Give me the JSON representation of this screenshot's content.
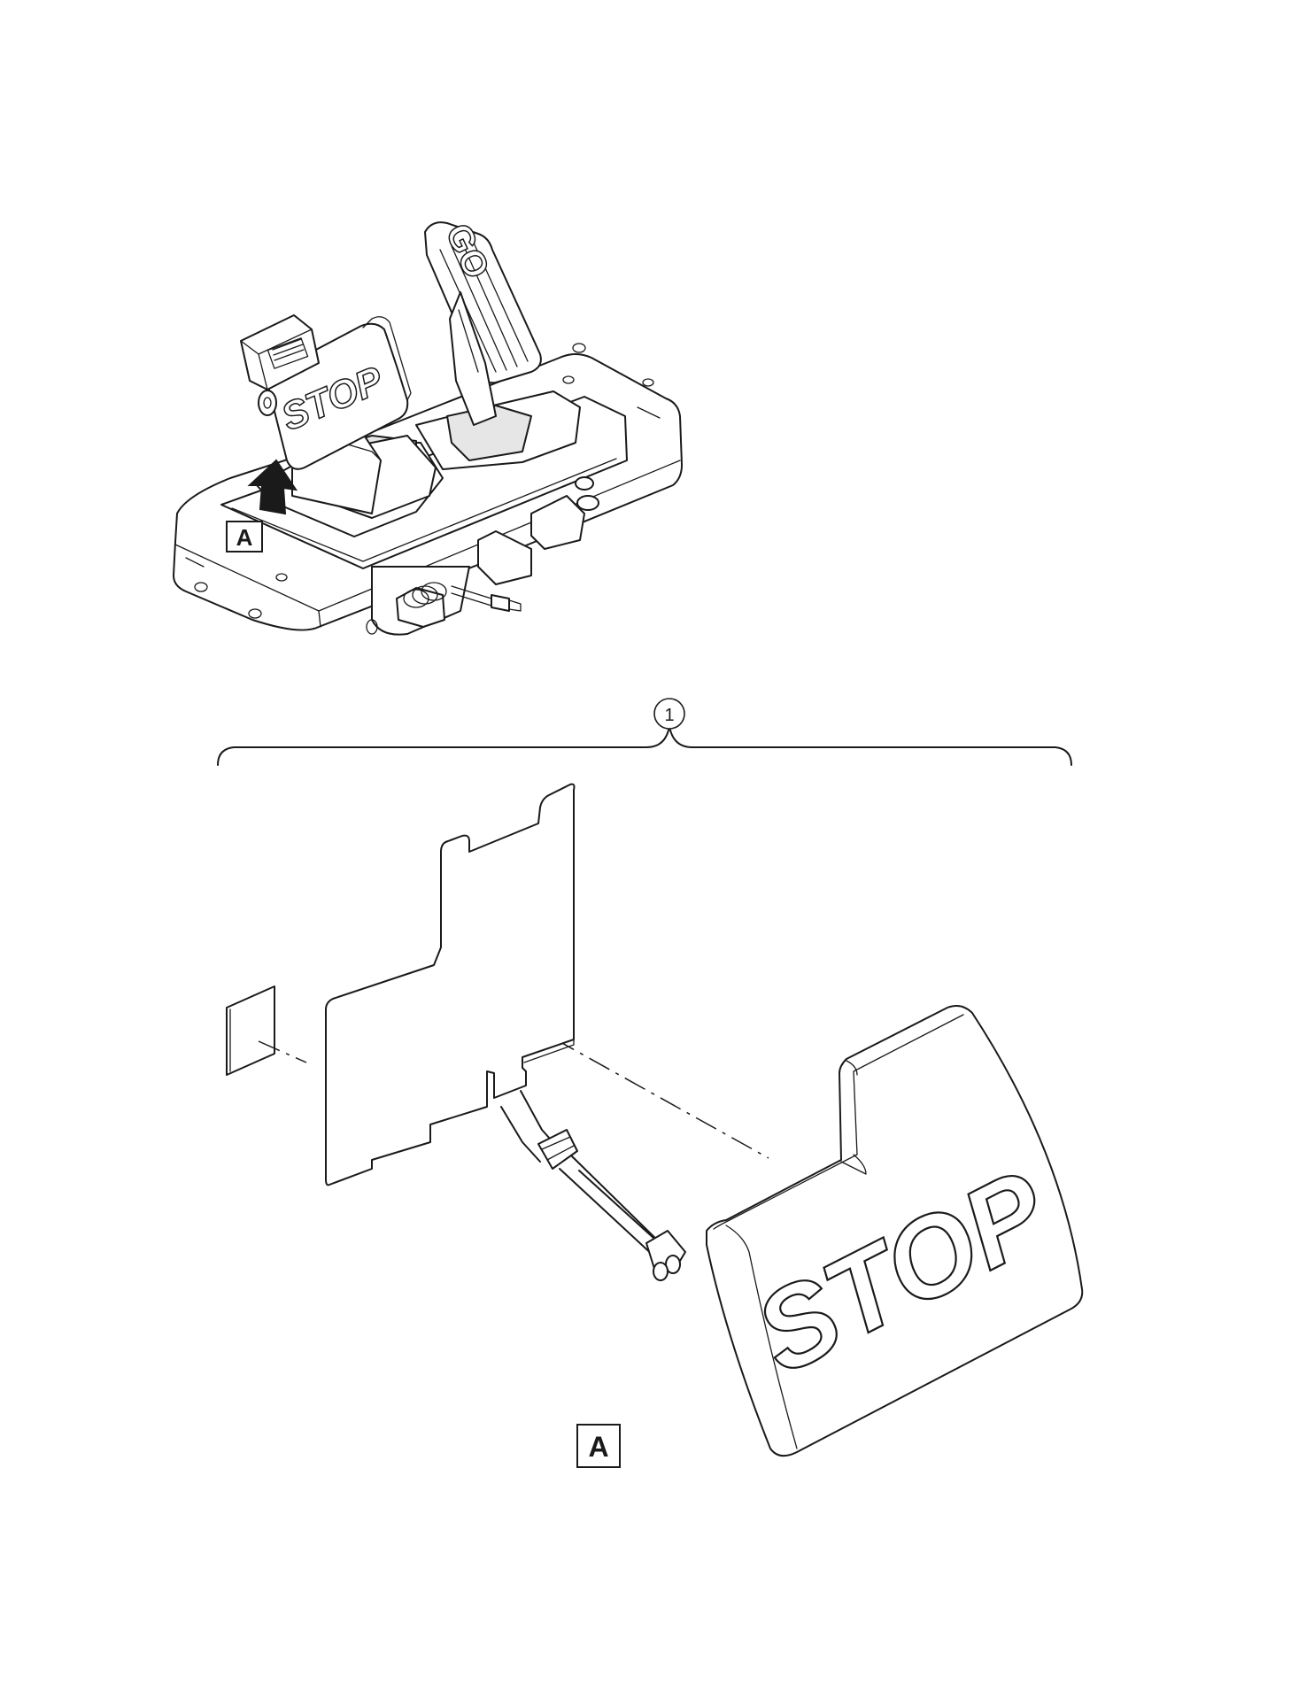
{
  "diagram": {
    "assembly_view": {
      "brake_pedal_text": "STOP",
      "accelerator_pedal_text": "GO",
      "view_callout": "A"
    },
    "exploded_view": {
      "item_number": "1",
      "pedal_pad_text": "STOP",
      "view_label": "A"
    }
  }
}
